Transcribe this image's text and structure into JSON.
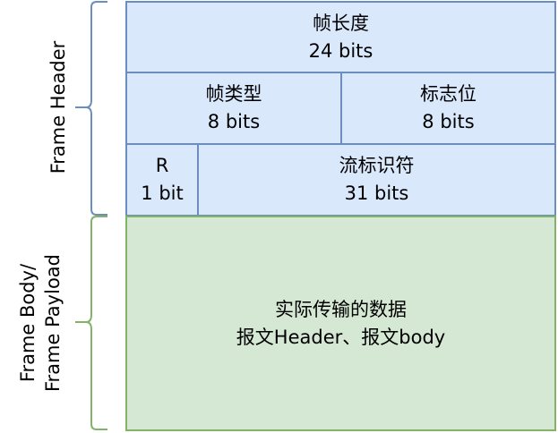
{
  "header": {
    "group_label": "Frame Header",
    "frame_length": {
      "name": "帧长度",
      "bits": "24 bits"
    },
    "frame_type": {
      "name": "帧类型",
      "bits": "8 bits"
    },
    "flags": {
      "name": "标志位",
      "bits": "8 bits"
    },
    "reserved": {
      "name": "R",
      "bits": "1 bit"
    },
    "stream_id": {
      "name": "流标识符",
      "bits": "31 bits"
    }
  },
  "body": {
    "group_label_line1": "Frame Body/",
    "group_label_line2": "Frame Payload",
    "text_line1": "实际传输的数据",
    "text_line2": "报文Header、报文body"
  },
  "colors": {
    "header_fill": "#dae8fc",
    "header_stroke": "#6c8ebf",
    "body_fill": "#d5e8d4",
    "body_stroke": "#82b366"
  }
}
